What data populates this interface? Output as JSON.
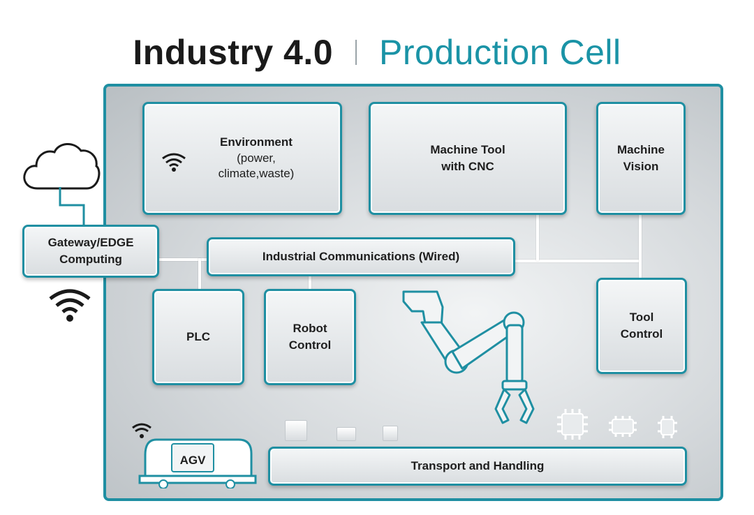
{
  "title": {
    "left": "Industry 4.0",
    "right": "Production Cell"
  },
  "nodes": {
    "environment": {
      "main": "Environment",
      "sub1": "(power,",
      "sub2": "climate,waste)"
    },
    "machine_tool": {
      "label": "Machine Tool\nwith CNC"
    },
    "machine_vision": {
      "label": "Machine\nVision"
    },
    "gateway": {
      "label": "Gateway/EDGE\nComputing"
    },
    "industrial_comms": {
      "label": "Industrial Communications (Wired)"
    },
    "plc": {
      "label": "PLC"
    },
    "robot_control": {
      "label": "Robot\nControl"
    },
    "tool_control": {
      "label": "Tool\nControl"
    },
    "agv": {
      "label": "AGV"
    },
    "transport": {
      "label": "Transport and Handling"
    }
  },
  "icons": [
    "cloud-icon",
    "wifi-icon",
    "robot-arm-icon",
    "chip-icon",
    "crate-icon"
  ],
  "colors": {
    "accent": "#1f8fa2",
    "title_dark": "#1a1a1a",
    "title_accent": "#1a93a6"
  }
}
